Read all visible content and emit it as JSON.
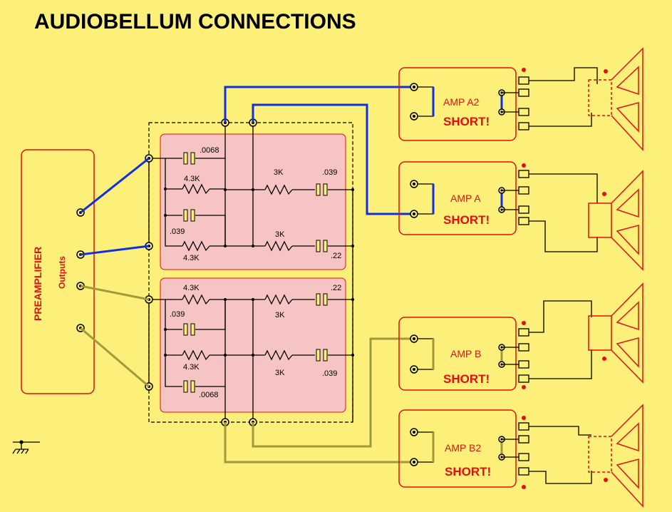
{
  "title": "AUDIOBELLUM   CONNECTIONS",
  "preamp": {
    "label": "PREAMPLIFIER",
    "sublabel": "Outputs"
  },
  "amps": [
    {
      "name": "AMP A2",
      "note": "SHORT!"
    },
    {
      "name": "AMP A",
      "note": "SHORT!"
    },
    {
      "name": "AMP B",
      "note": "SHORT!"
    },
    {
      "name": "AMP B2",
      "note": "SHORT!"
    }
  ],
  "filter_top": {
    "r1": "4.3K",
    "c1": ".0068",
    "r2": "3K",
    "c2": ".039",
    "r3": "4.3K",
    "c3": ".039",
    "r4": "3K",
    "c4": ".22"
  },
  "filter_bottom": {
    "r1": "4.3K",
    "c1": ".039",
    "r2": "3K",
    "c2": ".22",
    "r3": "4.3K",
    "c3": ".0068",
    "r4": "3K",
    "c4": ".039"
  },
  "colors": {
    "background": "#fdf07a",
    "accent": "#e01010",
    "wire_a": "#1030e0",
    "wire_b": "#a09a3a",
    "filter_fill": "#f7c4c4"
  }
}
